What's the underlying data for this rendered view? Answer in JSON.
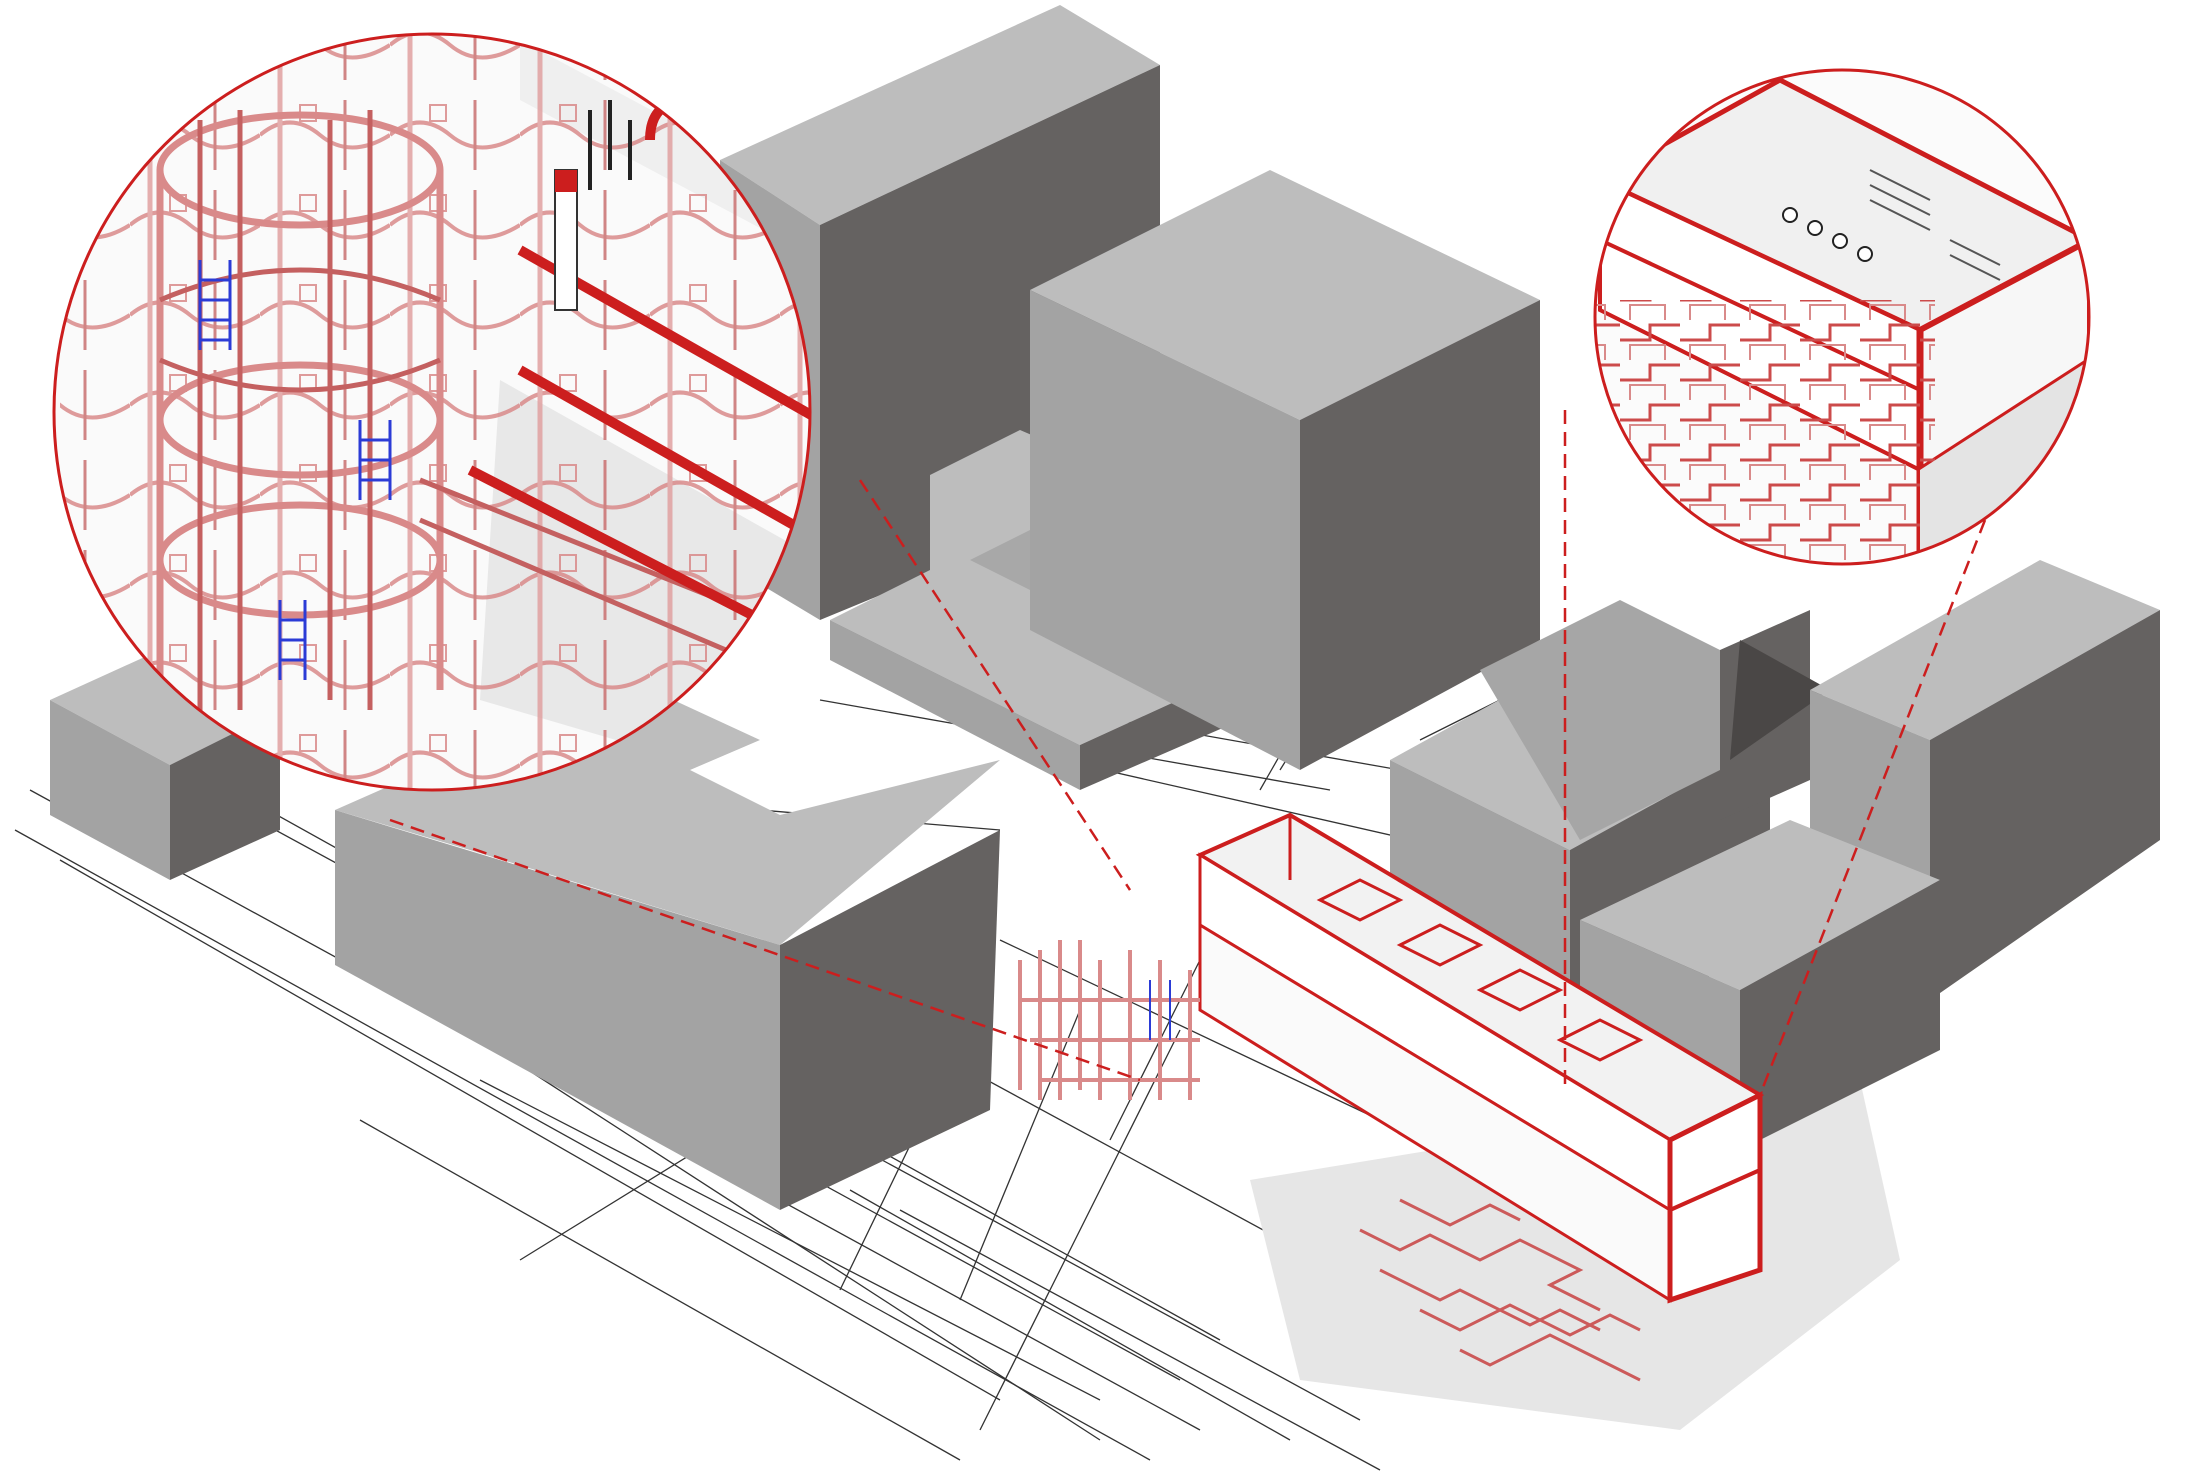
{
  "diagram": {
    "type": "axonometric-site-diagram",
    "colors": {
      "background": "#ffffff",
      "block_top": "#bdbdbd",
      "block_left": "#a3a3a3",
      "block_right": "#656261",
      "accent": "#cc1e1e",
      "pipe": "#d98a8a",
      "ladder": "#2b3bd6",
      "street_line": "#222222",
      "shadow": "#e4e4e4"
    },
    "callouts": [
      {
        "id": "left",
        "subject": "stair-core-pipes-detail"
      },
      {
        "id": "right",
        "subject": "interior-section-detail"
      }
    ]
  }
}
